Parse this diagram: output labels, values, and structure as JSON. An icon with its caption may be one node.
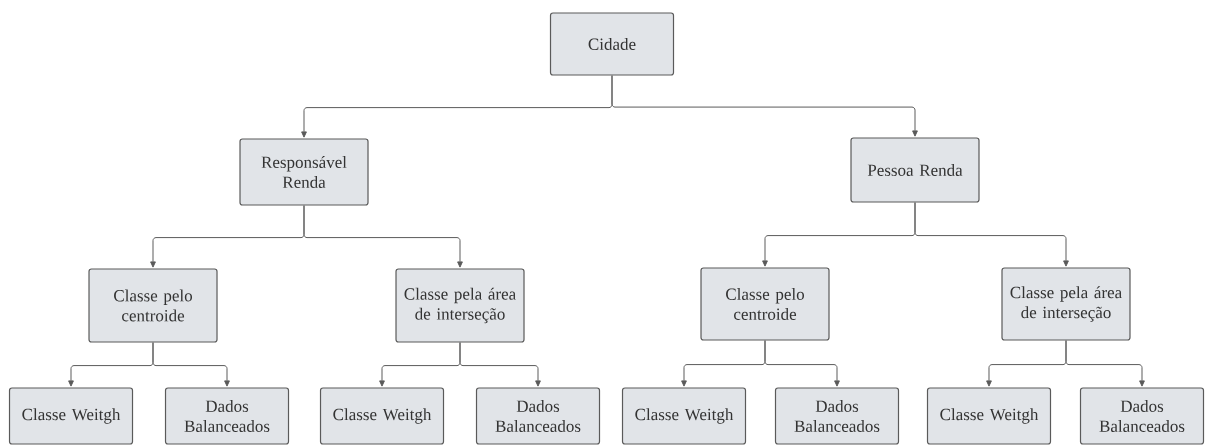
{
  "diagram": {
    "nodes": [
      {
        "text": [
          "Cidade"
        ]
      },
      {
        "text": [
          "Responsável Renda"
        ]
      },
      {
        "text": [
          "Pessoa Renda"
        ]
      },
      {
        "text": [
          "Classe pelo centroide"
        ]
      },
      {
        "text": [
          "Classe pela área de interseção"
        ]
      },
      {
        "text": [
          "Classe pelo centroide"
        ]
      },
      {
        "text": [
          "Classe pela área de interseção"
        ]
      },
      {
        "text": [
          "Classe Weitgh"
        ]
      },
      {
        "text": [
          "Dados Balanceados"
        ]
      },
      {
        "text": [
          "Classe Weitgh"
        ]
      },
      {
        "text": [
          "Dados Balanceados"
        ]
      },
      {
        "text": [
          "Classe Weitgh"
        ]
      },
      {
        "text": [
          "Dados Balanceados"
        ]
      },
      {
        "text": [
          "Classe Weitgh"
        ]
      },
      {
        "text": [
          "Dados Balanceados"
        ]
      }
    ],
    "edges": [
      {
        "from": 0,
        "to": 1,
        "arrow": "to"
      },
      {
        "from": 0,
        "to": 2,
        "arrow": "to"
      },
      {
        "from": 1,
        "to": 3,
        "arrow": "to"
      },
      {
        "from": 1,
        "to": 4,
        "arrow": "to"
      },
      {
        "from": 2,
        "to": 5,
        "arrow": "to"
      },
      {
        "from": 2,
        "to": 6,
        "arrow": "to"
      },
      {
        "from": 3,
        "to": 7,
        "arrow": "to"
      },
      {
        "from": 3,
        "to": 8,
        "arrow": "to"
      },
      {
        "from": 4,
        "to": 9,
        "arrow": "to"
      },
      {
        "from": 4,
        "to": 10,
        "arrow": "to"
      },
      {
        "from": 5,
        "to": 11,
        "arrow": "to"
      },
      {
        "from": 5,
        "to": 12,
        "arrow": "to"
      },
      {
        "from": 6,
        "to": 13,
        "arrow": "to"
      },
      {
        "from": 6,
        "to": 14,
        "arrow": "to"
      }
    ]
  }
}
